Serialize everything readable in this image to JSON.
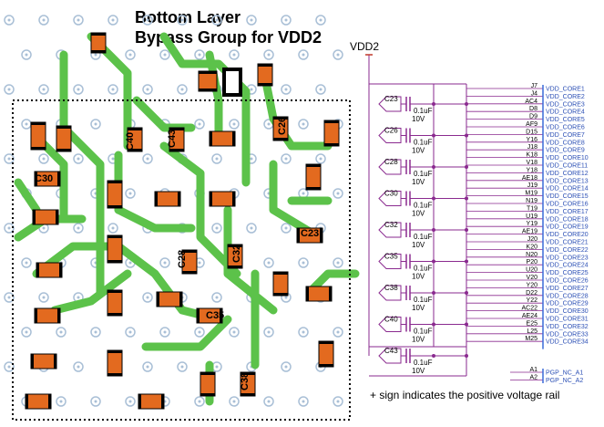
{
  "title": {
    "line1": "Bottom Layer",
    "line2": "Bypass Group for VDD2"
  },
  "pcb_labels": [
    "C30",
    "C40",
    "C43",
    "C26",
    "C23",
    "C28",
    "C32",
    "C35",
    "C38"
  ],
  "schematic": {
    "rail_label": "VDD2",
    "capacitors": [
      {
        "ref": "C23",
        "value": "0.1uF",
        "voltage": "10V"
      },
      {
        "ref": "C26",
        "value": "0.1uF",
        "voltage": "10V"
      },
      {
        "ref": "C28",
        "value": "0.1uF",
        "voltage": "10V"
      },
      {
        "ref": "C30",
        "value": "0.1uF",
        "voltage": "10V"
      },
      {
        "ref": "C32",
        "value": "0.1uF",
        "voltage": "10V"
      },
      {
        "ref": "C35",
        "value": "0.1uF",
        "voltage": "10V"
      },
      {
        "ref": "C38",
        "value": "0.1uF",
        "voltage": "10V"
      },
      {
        "ref": "C40",
        "value": "0.1uF",
        "voltage": "10V"
      },
      {
        "ref": "C43",
        "value": "0.1uF",
        "voltage": "10V"
      }
    ],
    "pins": [
      {
        "pin": "J7",
        "net": "VDD_CORE1"
      },
      {
        "pin": "J4",
        "net": "VDD_CORE2"
      },
      {
        "pin": "AC4",
        "net": "VDD_CORE3"
      },
      {
        "pin": "D8",
        "net": "VDD_CORE4"
      },
      {
        "pin": "D9",
        "net": "VDD_CORE5"
      },
      {
        "pin": "AF9",
        "net": "VDD_CORE6"
      },
      {
        "pin": "D15",
        "net": "VDD_CORE7"
      },
      {
        "pin": "Y16",
        "net": "VDD_CORE8"
      },
      {
        "pin": "J18",
        "net": "VDD_CORE9"
      },
      {
        "pin": "K18",
        "net": "VDD_CORE10"
      },
      {
        "pin": "V18",
        "net": "VDD_CORE11"
      },
      {
        "pin": "Y18",
        "net": "VDD_CORE12"
      },
      {
        "pin": "AE18",
        "net": "VDD_CORE13"
      },
      {
        "pin": "J19",
        "net": "VDD_CORE14"
      },
      {
        "pin": "M19",
        "net": "VDD_CORE15"
      },
      {
        "pin": "N19",
        "net": "VDD_CORE16"
      },
      {
        "pin": "T19",
        "net": "VDD_CORE17"
      },
      {
        "pin": "U19",
        "net": "VDD_CORE18"
      },
      {
        "pin": "Y19",
        "net": "VDD_CORE19"
      },
      {
        "pin": "AE19",
        "net": "VDD_CORE20"
      },
      {
        "pin": "J20",
        "net": "VDD_CORE21"
      },
      {
        "pin": "K20",
        "net": "VDD_CORE22"
      },
      {
        "pin": "N20",
        "net": "VDD_CORE23"
      },
      {
        "pin": "P20",
        "net": "VDD_CORE24"
      },
      {
        "pin": "U20",
        "net": "VDD_CORE25"
      },
      {
        "pin": "V20",
        "net": "VDD_CORE26"
      },
      {
        "pin": "Y20",
        "net": "VDD_CORE27"
      },
      {
        "pin": "D22",
        "net": "VDD_CORE28"
      },
      {
        "pin": "Y22",
        "net": "VDD_CORE29"
      },
      {
        "pin": "AC22",
        "net": "VDD_CORE30"
      },
      {
        "pin": "AE24",
        "net": "VDD_CORE31"
      },
      {
        "pin": "E25",
        "net": "VDD_CORE32"
      },
      {
        "pin": "L25",
        "net": "VDD_CORE33"
      },
      {
        "pin": "M25",
        "net": "VDD_CORE34"
      }
    ],
    "nc_pins": [
      {
        "pin": "A1",
        "net": "PGP_NC_A1"
      },
      {
        "pin": "A2",
        "net": "PGP_NC_A2"
      }
    ]
  },
  "footnote": "+ sign indicates the positive voltage rail",
  "colors": {
    "trace": "#5cc24a",
    "pad": "#e36a1f",
    "via": "#a9bfd6",
    "schematic_wire": "#8a2a8f",
    "net_label": "#2b4fb5"
  }
}
